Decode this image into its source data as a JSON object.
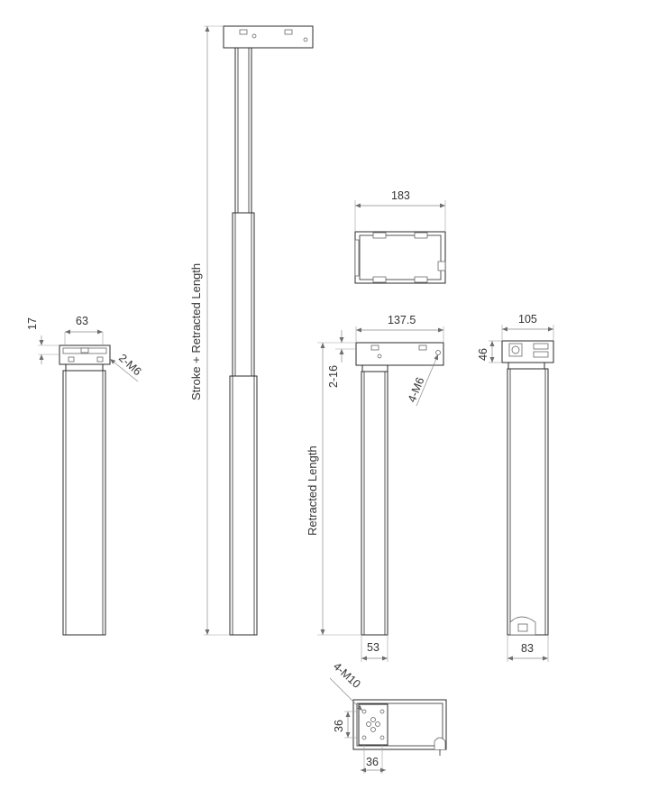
{
  "dimensions": {
    "d17": "17",
    "d63": "63",
    "d2m6": "2-M6",
    "stroke_retracted": "Stroke + Retracted Length",
    "d183": "183",
    "d137_5": "137.5",
    "d2_16": "2-16",
    "d4m6": "4-M6",
    "retracted": "Retracted Length",
    "d53": "53",
    "d105": "105",
    "d46": "46",
    "d83": "83",
    "d4m10": "4-M10",
    "d36_v": "36",
    "d36_h": "36"
  }
}
